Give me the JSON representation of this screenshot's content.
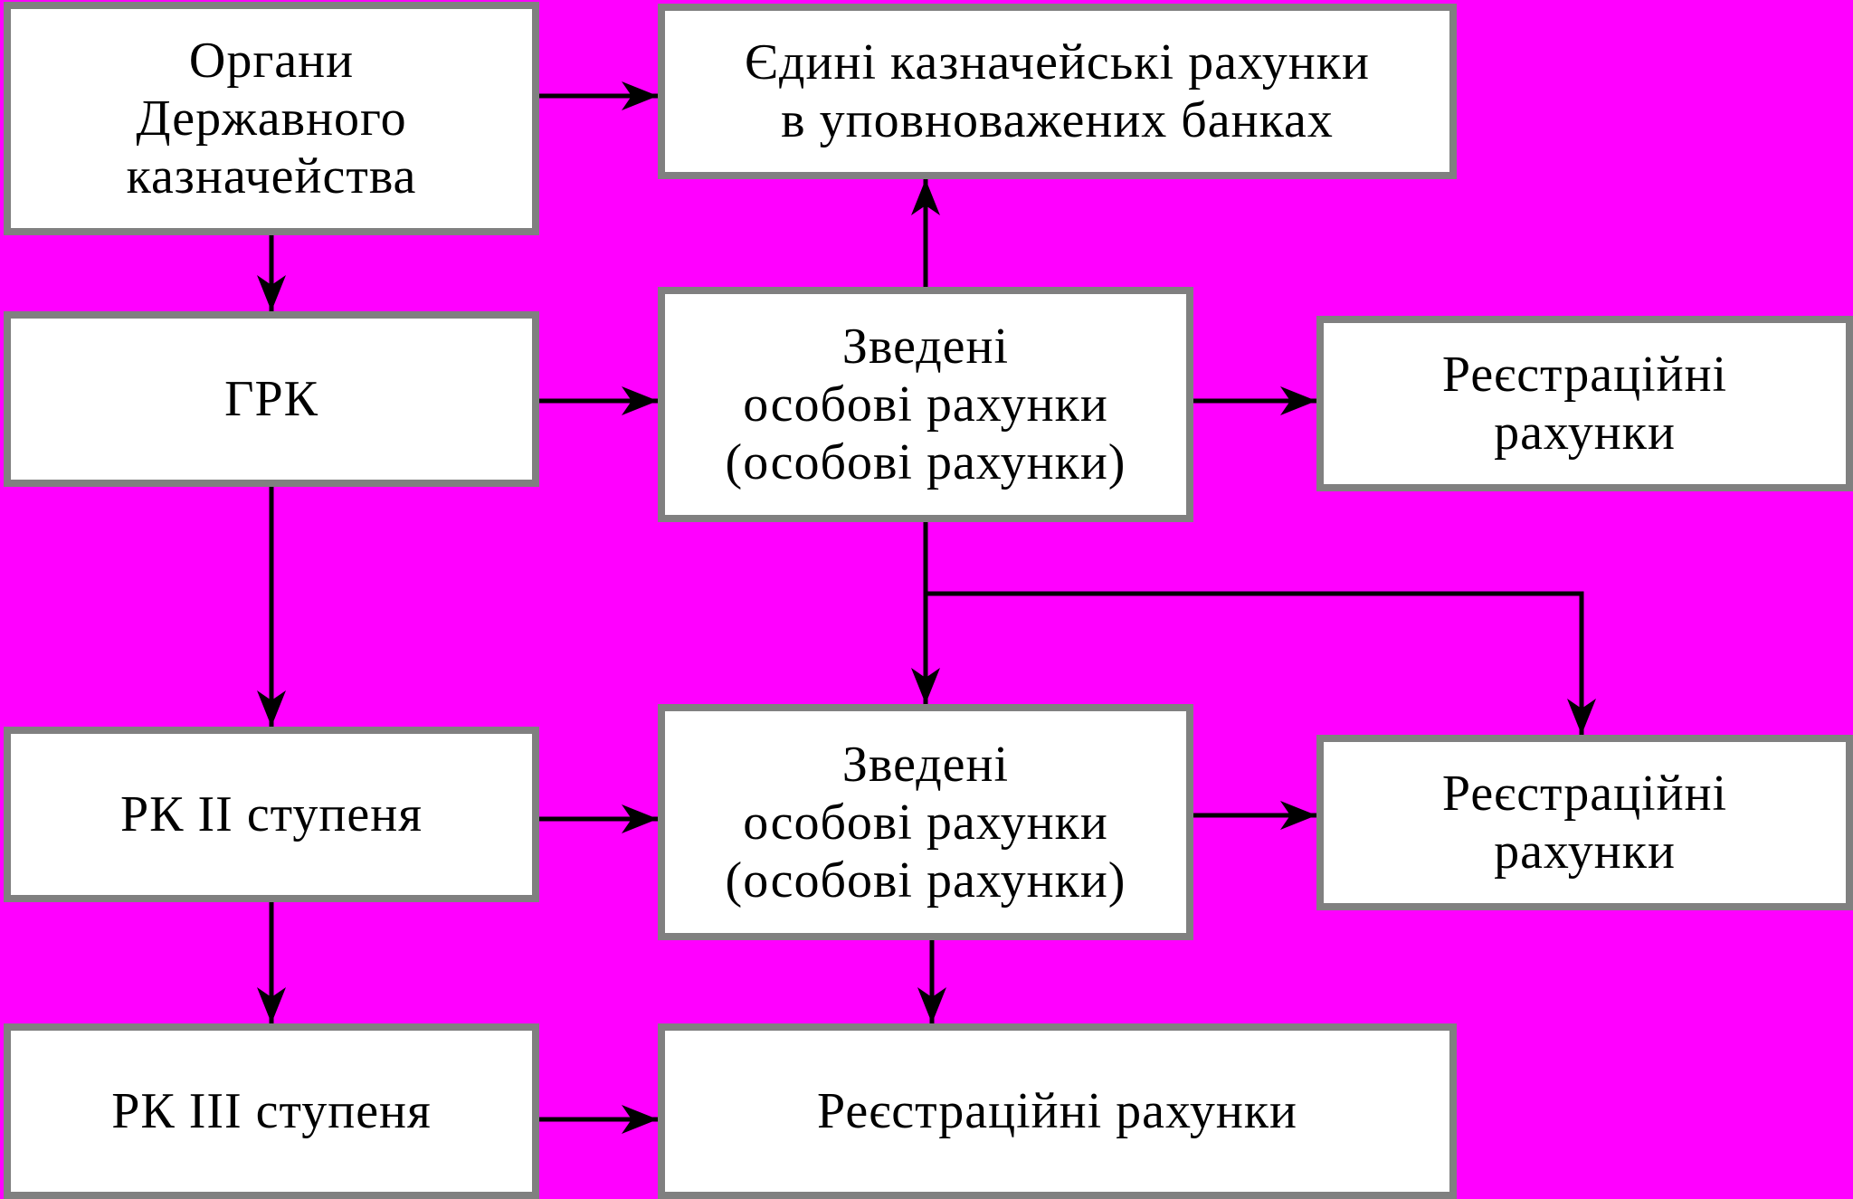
{
  "diagram": {
    "background_color": "#ff00ff",
    "box_fill": "#ffffff",
    "box_border": "#808080",
    "nodes": {
      "treasury_bodies": "Органи\nДержавного\nказначейства",
      "unified_accounts": "Єдині казначейські рахунки\nв уповноважених банках",
      "grk": "ГРК",
      "consolidated_1": "Зведені\nособові рахунки\n(особові рахунки)",
      "registration_1": "Реєстраційні\nрахунки",
      "rk2": "РК  ІІ ступеня",
      "consolidated_2": "Зведені\nособові рахунки\n(особові рахунки)",
      "registration_2": "Реєстраційні\nрахунки",
      "rk3": "РК  ІІІ ступеня",
      "registration_3": "Реєстраційні рахунки"
    }
  }
}
